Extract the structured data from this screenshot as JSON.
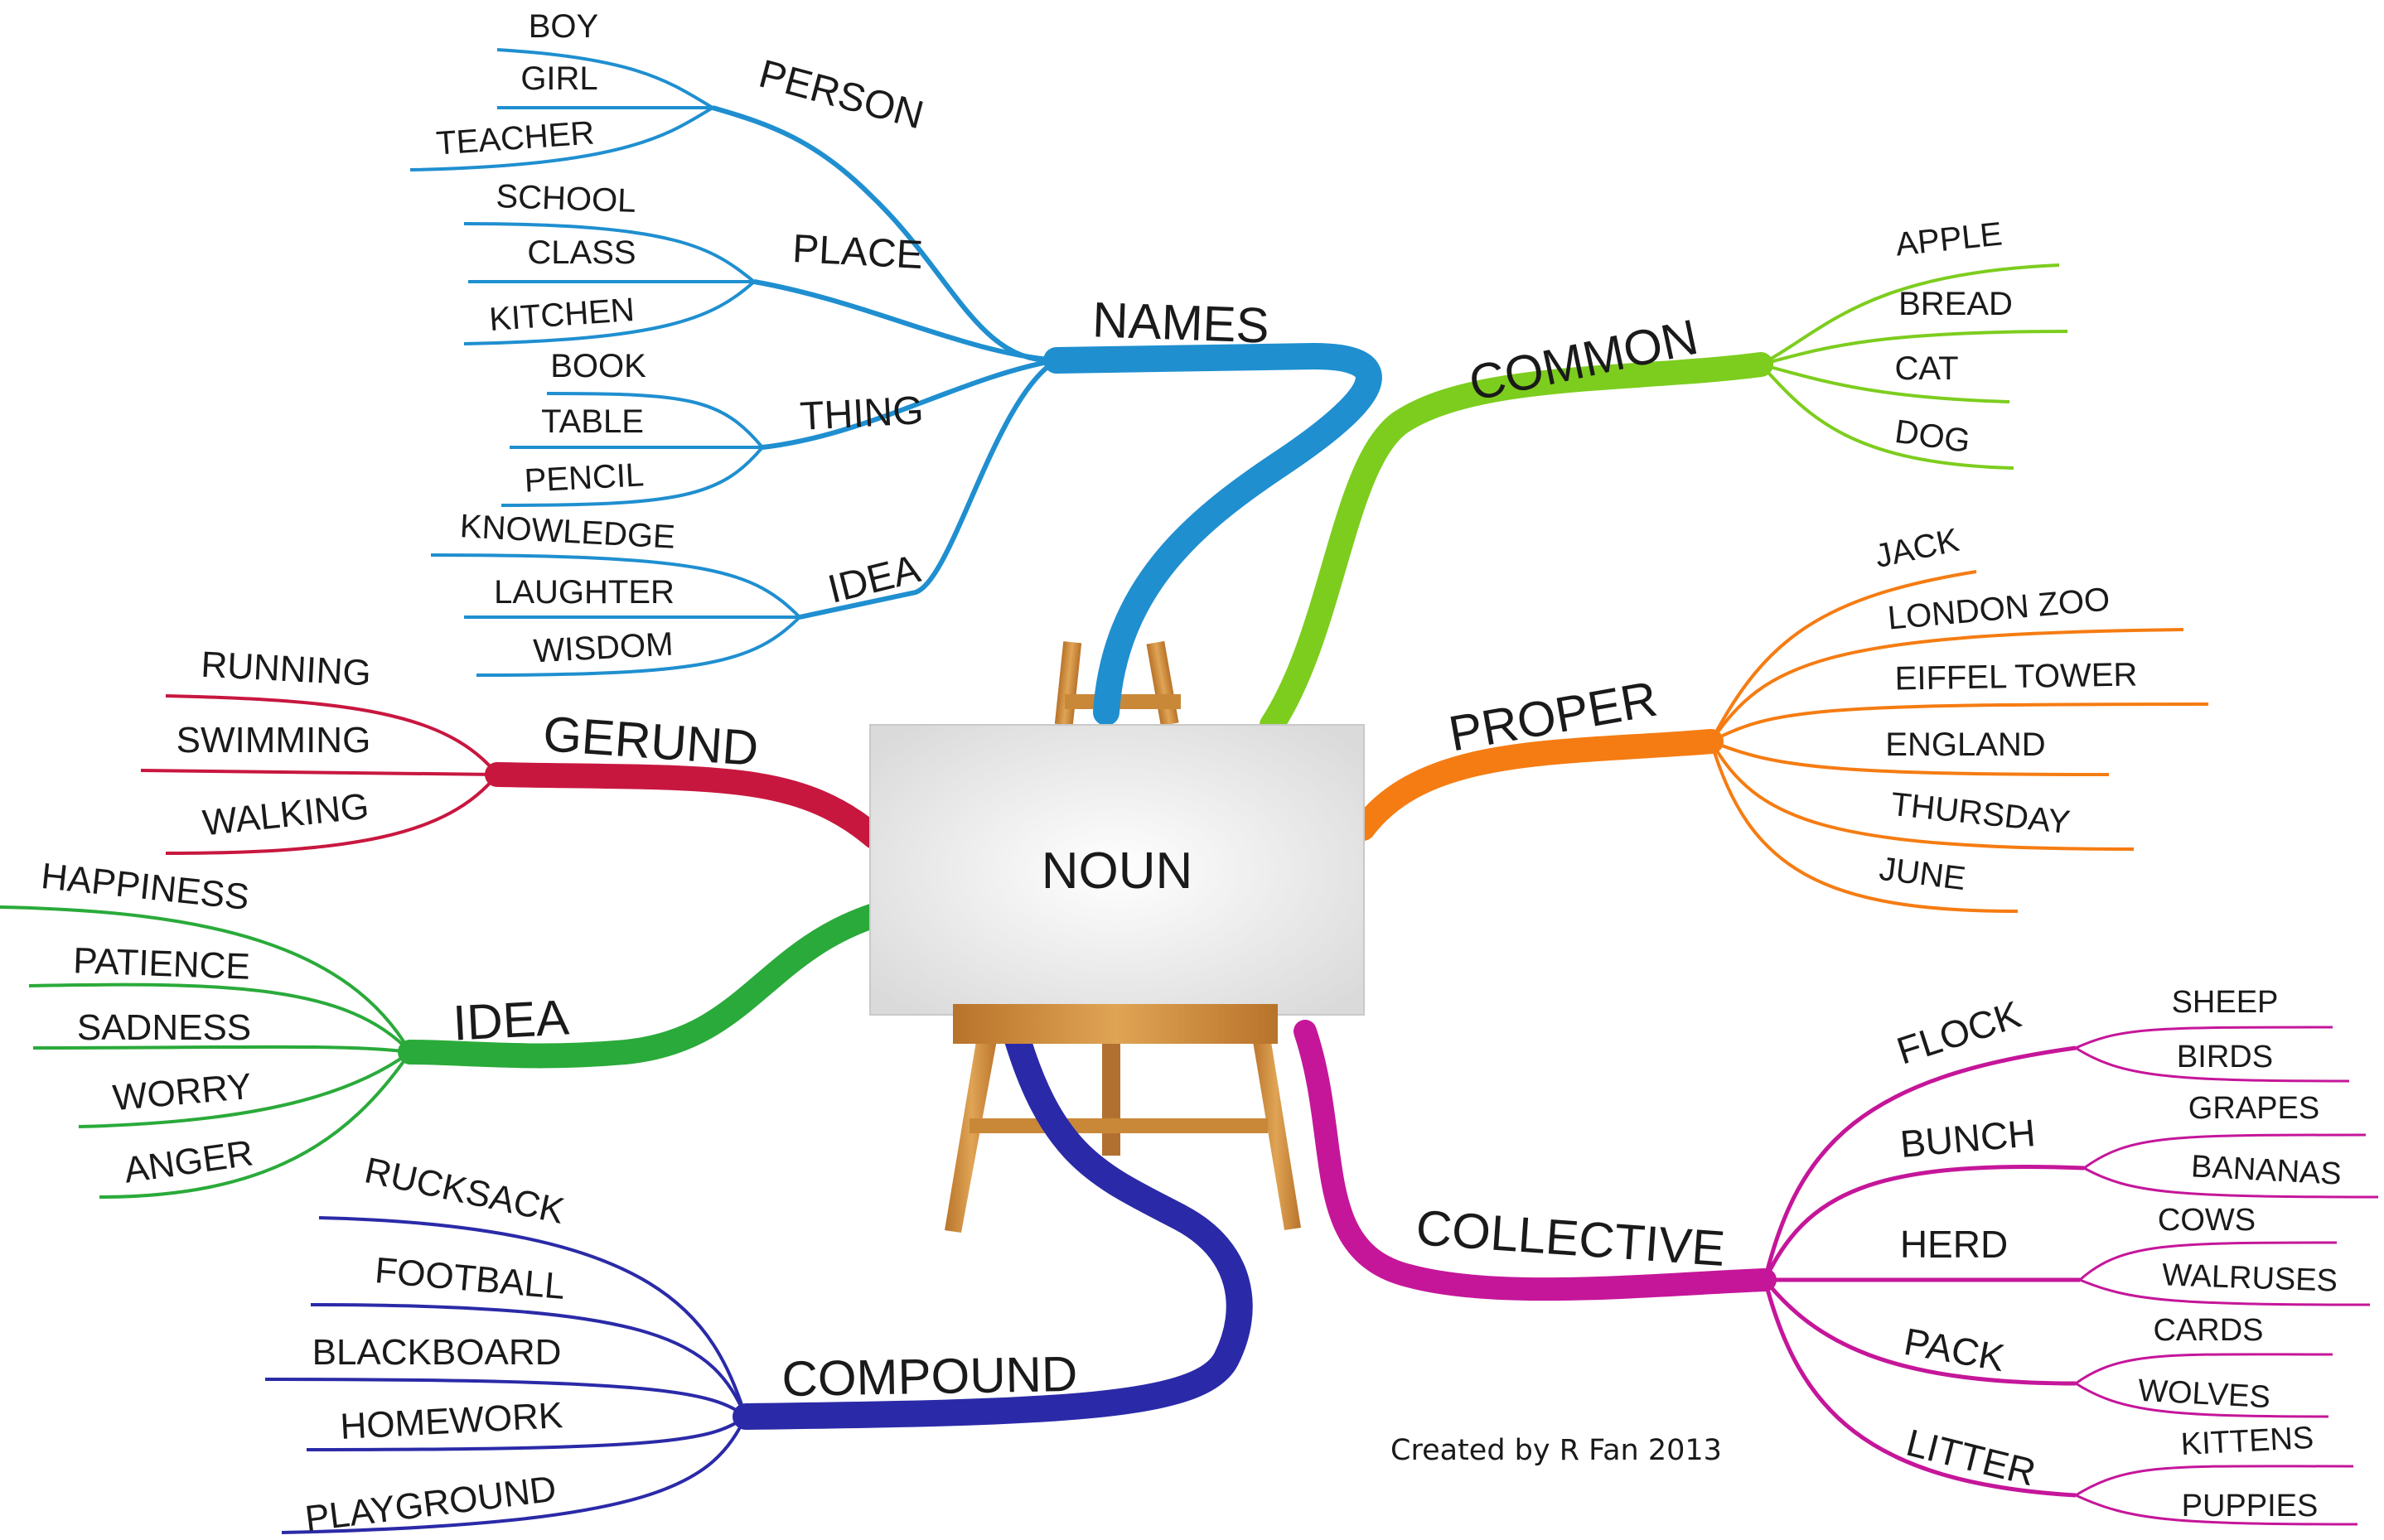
{
  "center": {
    "label": "NOUN"
  },
  "credit": "Created by R Fan 2013",
  "colors": {
    "names": "#1f8fd0",
    "common": "#7dcd1e",
    "proper": "#f57c12",
    "collective": "#c5169a",
    "compound": "#2a2aa8",
    "idea": "#2aaa3a",
    "gerund": "#c8173f",
    "easel_wood": "#d99a45",
    "board": "#f2f2f2"
  },
  "branches": {
    "names": {
      "label": "NAMES",
      "person": {
        "label": "PERSON",
        "items": [
          "BOY",
          "GIRL",
          "TEACHER"
        ]
      },
      "place": {
        "label": "PLACE",
        "items": [
          "SCHOOL",
          "CLASS",
          "KITCHEN"
        ]
      },
      "thing": {
        "label": "THING",
        "items": [
          "BOOK",
          "TABLE",
          "PENCIL"
        ]
      },
      "idea": {
        "label": "IDEA",
        "items": [
          "KNOWLEDGE",
          "LAUGHTER",
          "WISDOM"
        ]
      }
    },
    "common": {
      "label": "COMMON",
      "items": [
        "APPLE",
        "BREAD",
        "CAT",
        "DOG"
      ]
    },
    "proper": {
      "label": "PROPER",
      "items": [
        "JACK",
        "LONDON ZOO",
        "EIFFEL TOWER",
        "ENGLAND",
        "THURSDAY",
        "JUNE"
      ]
    },
    "collective": {
      "label": "COLLECTIVE",
      "flock": {
        "label": "FLOCK",
        "items": [
          "SHEEP",
          "BIRDS"
        ]
      },
      "bunch": {
        "label": "BUNCH",
        "items": [
          "GRAPES",
          "BANANAS"
        ]
      },
      "herd": {
        "label": "HERD",
        "items": [
          "COWS",
          "WALRUSES"
        ]
      },
      "pack": {
        "label": "PACK",
        "items": [
          "CARDS",
          "WOLVES"
        ]
      },
      "litter": {
        "label": "LITTER",
        "items": [
          "KITTENS",
          "PUPPIES"
        ]
      }
    },
    "compound": {
      "label": "COMPOUND",
      "items": [
        "RUCKSACK",
        "FOOTBALL",
        "BLACKBOARD",
        "HOMEWORK",
        "PLAYGROUND"
      ]
    },
    "idea": {
      "label": "IDEA",
      "items": [
        "HAPPINESS",
        "PATIENCE",
        "SADNESS",
        "WORRY",
        "ANGER"
      ]
    },
    "gerund": {
      "label": "GERUND",
      "items": [
        "RUNNING",
        "SWIMMING",
        "WALKING"
      ]
    }
  }
}
